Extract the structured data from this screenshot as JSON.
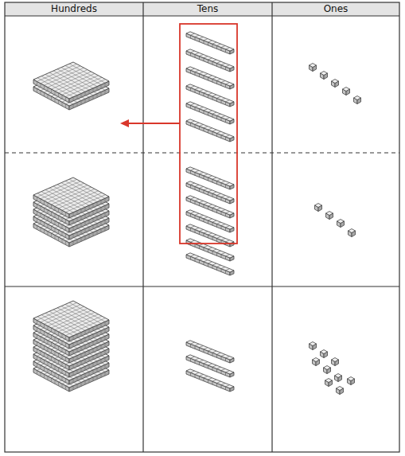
{
  "diagram": {
    "labels": [
      "Hundreds",
      "Tens",
      "Ones"
    ]
  }
}
